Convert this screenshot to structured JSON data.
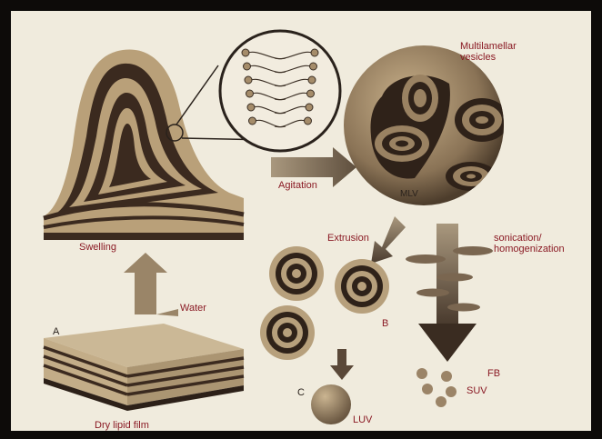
{
  "labels": {
    "swelling": "Swelling",
    "water": "Water",
    "dry_lipid_film": "Dry lipid film",
    "agitation": "Agitation",
    "multilamellar_line1": "Multilamellar",
    "multilamellar_line2": "vesicles",
    "mlv": "MLV",
    "extrusion": "Extrusion",
    "sonication_line1": "sonication/",
    "sonication_line2": "homogenization",
    "letter_a": "A",
    "letter_b": "B",
    "letter_c": "C",
    "luv": "LUV",
    "fb": "FB",
    "suv": "SUV"
  },
  "colors": {
    "frame": "#0d0b09",
    "background": "#f0ebdd",
    "membrane_light": "#b9a079",
    "membrane_dark": "#3b2a1f",
    "label_red": "#8a1a24",
    "arrow": "#7f6e58"
  }
}
